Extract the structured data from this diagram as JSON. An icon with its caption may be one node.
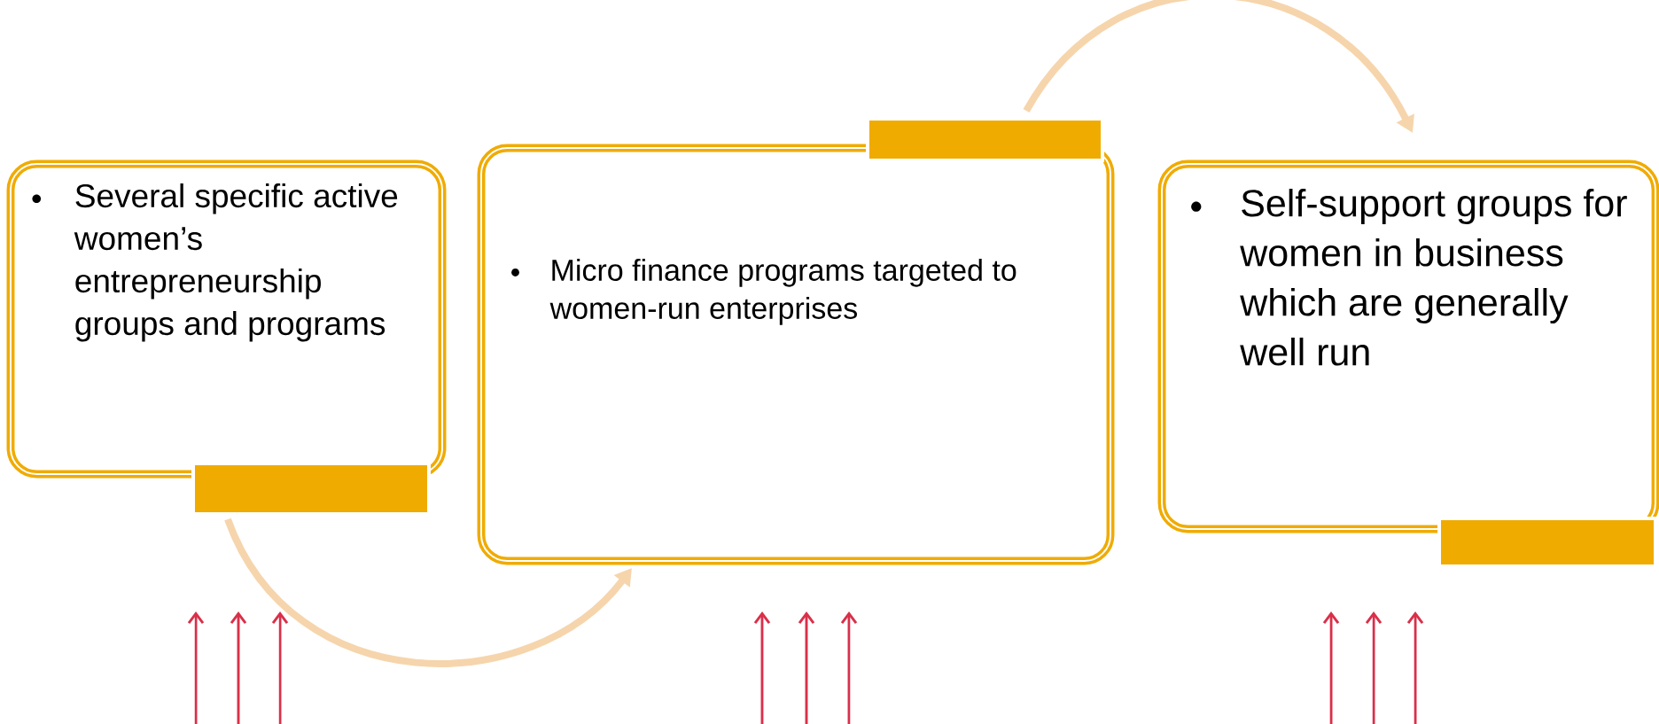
{
  "diagram": {
    "nodes": [
      {
        "text": [
          "Several specific active women’s entrepreneurship groups and programs"
        ]
      },
      {
        "text": [],
        "shape": "box"
      },
      {
        "text": [
          "Micro finance programs targeted to women-run enterprises"
        ]
      },
      {
        "text": [],
        "shape": "box"
      },
      {
        "text": [
          "Self-support groups for women in business which are generally well run"
        ]
      },
      {
        "text": [],
        "shape": "box"
      }
    ],
    "edges": [
      {
        "from": 1,
        "to": 2,
        "arrow": "to"
      },
      {
        "from": 3,
        "to": 4,
        "arrow": "to"
      }
    ]
  }
}
